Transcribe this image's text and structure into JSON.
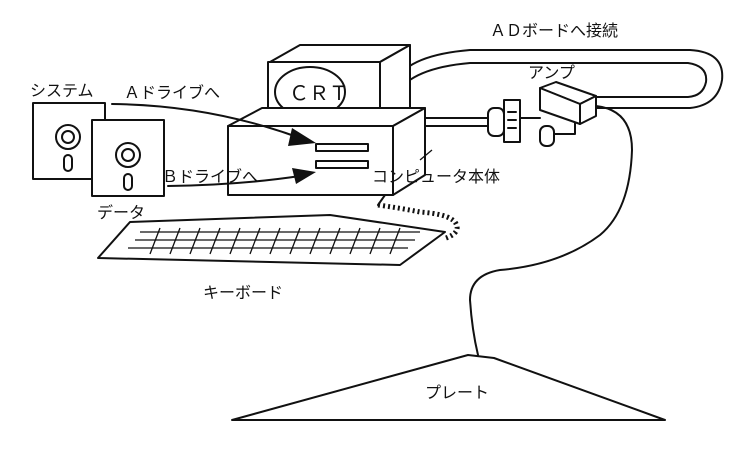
{
  "labels": {
    "ad_board": "ＡＤボードへ接続",
    "amp": "アンプ",
    "system": "システム",
    "drive_a": "Ａドライブへ",
    "crt": "ＣＲＴ",
    "drive_b": "Ｂドライブへ",
    "computer": "コンピュータ本体",
    "data": "データ",
    "keyboard": "キーボード",
    "plate": "プレート"
  }
}
